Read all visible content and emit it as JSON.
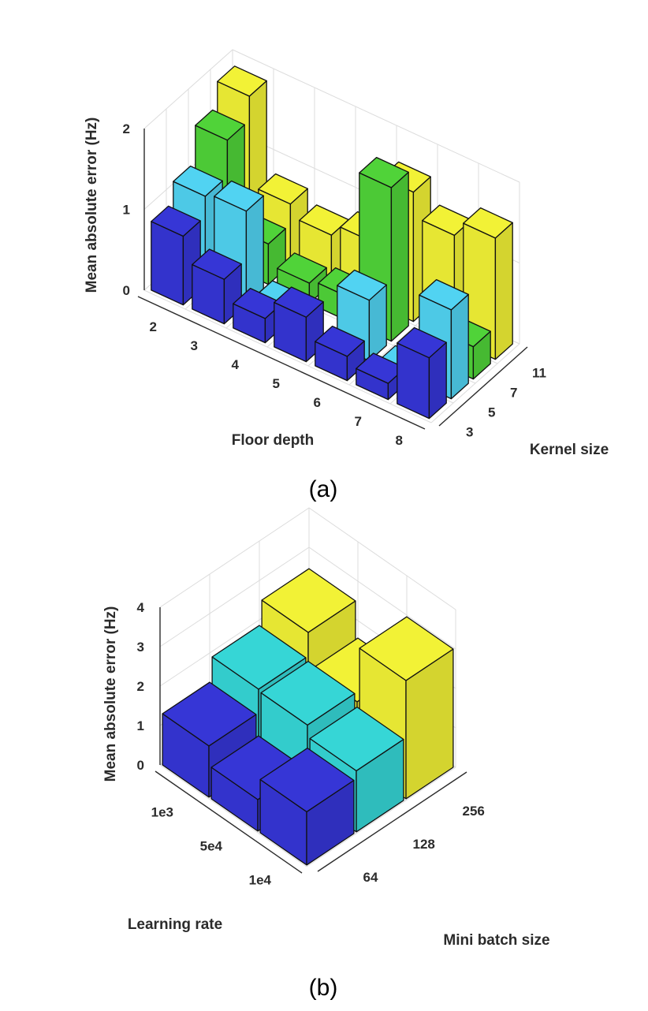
{
  "chart_data": [
    {
      "type": "bar3d",
      "panel_label": "(a)",
      "xlabel": "Floor depth",
      "ylabel": "Kernel size",
      "zlabel": "Mean absolute error (Hz)",
      "x": [
        "2",
        "3",
        "4",
        "5",
        "6",
        "7",
        "8"
      ],
      "y": [
        "3",
        "5",
        "7",
        "11"
      ],
      "zticks": [
        "0",
        "1",
        "2"
      ],
      "zlim": [
        0,
        2
      ],
      "colors": [
        "#3333CC",
        "#4DC9E6",
        "#4CC936",
        "#E6E633"
      ],
      "values": [
        [
          0.85,
          1.1,
          1.55,
          1.85
        ],
        [
          0.55,
          1.15,
          0.5,
          0.75
        ],
        [
          0.3,
          0.15,
          0.25,
          0.6
        ],
        [
          0.55,
          0.0,
          0.3,
          0.75
        ],
        [
          0.3,
          0.75,
          1.9,
          1.6
        ],
        [
          0.2,
          0.05,
          0.0,
          1.3
        ],
        [
          0.75,
          1.1,
          0.4,
          1.5
        ]
      ]
    },
    {
      "type": "bar3d",
      "panel_label": "(b)",
      "xlabel": "Learning rate",
      "ylabel": "Mini batch size",
      "zlabel": "Mean absolute error (Hz)",
      "x": [
        "1e3",
        "5e4",
        "1e4"
      ],
      "y": [
        "64",
        "128",
        "256"
      ],
      "zticks": [
        "0",
        "1",
        "2",
        "3",
        "4"
      ],
      "zlim": [
        0,
        4
      ],
      "colors": [
        "#3333CC",
        "#33CCCC",
        "#E6E633"
      ],
      "values": [
        [
          1.3,
          1.9,
          2.5
        ],
        [
          0.8,
          1.85,
          1.6
        ],
        [
          1.35,
          1.55,
          3.0
        ]
      ]
    }
  ]
}
